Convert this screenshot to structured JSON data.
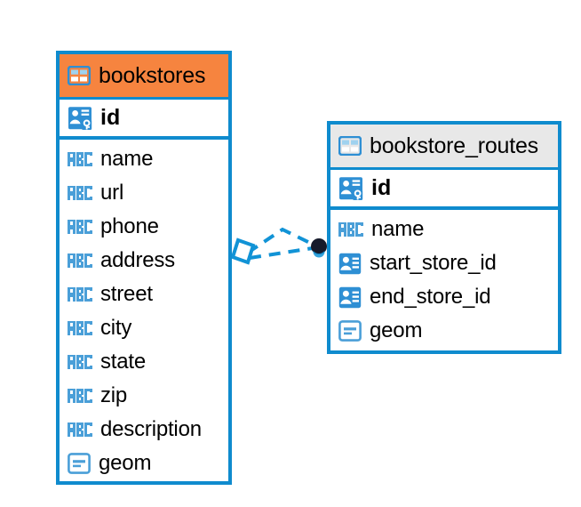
{
  "diagram": {
    "type": "entity-relationship-diagram",
    "background": "#ffffff",
    "accent_blue": "#0f8bce",
    "header_orange": "#f6843f",
    "header_grey": "#e8e8e8",
    "endpoint_dark": "#161a2b"
  },
  "entities": [
    {
      "name": "bookstores",
      "header_icon": "table-icon",
      "header_color": "#f6843f",
      "primary_key": {
        "label": "id",
        "icon": "primary-key-icon"
      },
      "fields": [
        {
          "label": "name",
          "icon": "abc-icon"
        },
        {
          "label": "url",
          "icon": "abc-icon"
        },
        {
          "label": "phone",
          "icon": "abc-icon"
        },
        {
          "label": "address",
          "icon": "abc-icon"
        },
        {
          "label": "street",
          "icon": "abc-icon"
        },
        {
          "label": "city",
          "icon": "abc-icon"
        },
        {
          "label": "state",
          "icon": "abc-icon"
        },
        {
          "label": "zip",
          "icon": "abc-icon"
        },
        {
          "label": "description",
          "icon": "abc-icon"
        },
        {
          "label": "geom",
          "icon": "geometry-icon"
        }
      ]
    },
    {
      "name": "bookstore_routes",
      "header_icon": "table-icon",
      "header_color": "#e8e8e8",
      "primary_key": {
        "label": "id",
        "icon": "primary-key-icon"
      },
      "fields": [
        {
          "label": "name",
          "icon": "abc-icon"
        },
        {
          "label": "start_store_id",
          "icon": "foreign-key-icon"
        },
        {
          "label": "end_store_id",
          "icon": "foreign-key-icon"
        },
        {
          "label": "geom",
          "icon": "geometry-icon"
        }
      ]
    }
  ],
  "relationships": [
    {
      "from": "bookstores.id",
      "to": "bookstore_routes.start_store_id",
      "style": "dashed",
      "color": "#1193d6",
      "source_marker": "diamond",
      "target_marker": "filled-circle"
    },
    {
      "from": "bookstores.id",
      "to": "bookstore_routes.end_store_id",
      "style": "dashed",
      "color": "#1193d6",
      "source_marker": "diamond",
      "target_marker": "filled-circle"
    }
  ],
  "icon_glyphs": {
    "abc_text": "ABC"
  }
}
